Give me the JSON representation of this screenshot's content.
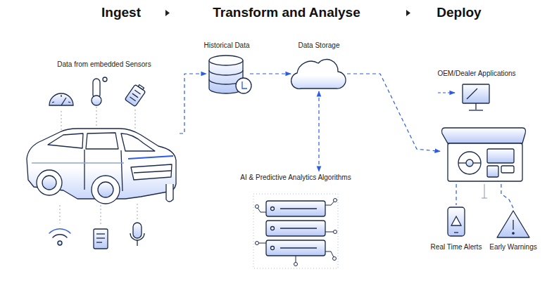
{
  "diagram": {
    "nodes": [
      {
        "text": [
          "Data from embedded Sensors"
        ]
      },
      {
        "text": [
          "Historical Data"
        ]
      },
      {
        "text": [
          "Data Storage"
        ]
      },
      {
        "text": [
          "AI & Predictive Analytics Algorithms"
        ]
      },
      {
        "text": [
          "OEM/Dealer Applications"
        ]
      },
      {
        "text": []
      },
      {
        "text": [
          "Real Time Alerts"
        ]
      },
      {
        "text": [
          "Early Warnings"
        ]
      }
    ],
    "edges": [
      {
        "from": 0,
        "to": 1,
        "arrow": "to"
      },
      {
        "from": 1,
        "to": 2,
        "arrow": "to"
      },
      {
        "from": 2,
        "to": 3,
        "arrow": "both"
      },
      {
        "from": 2,
        "to": 5,
        "arrow": "to"
      },
      {
        "from": 5,
        "to": 6,
        "arrow": "none"
      },
      {
        "from": 5,
        "to": 7,
        "arrow": "none"
      }
    ],
    "labels": [
      "Ingest",
      "Transform and Analyse",
      "Deploy"
    ]
  }
}
